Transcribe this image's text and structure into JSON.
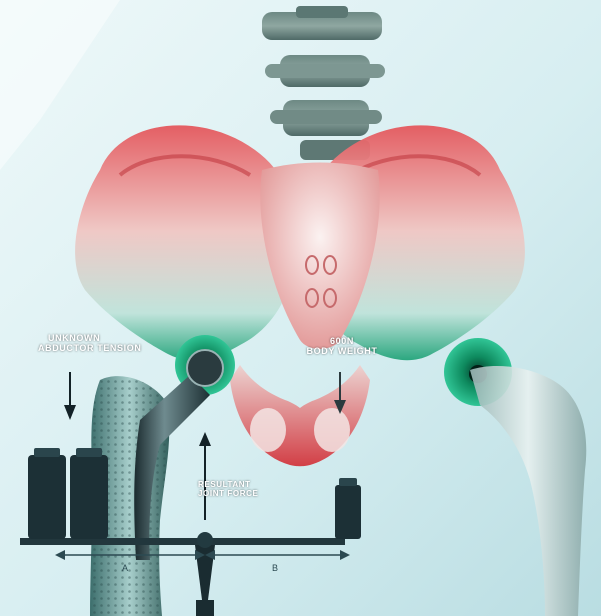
{
  "labels": {
    "abductor_line1": "UNKNOWN",
    "abductor_line2": "ABDUCTOR TENSION",
    "body_weight_line1": "600N",
    "body_weight_line2": "BODY WEIGHT",
    "resultant_line1": "RESULTANT",
    "resultant_line2": "JOINT FORCE",
    "lever_a": "A",
    "lever_b": "B"
  },
  "colors": {
    "background": "#dff1f3",
    "pelvis_red": "#d6454c",
    "joint_green": "#1aa775",
    "spine_gray": "#6f8a86",
    "weights_dark": "#1c3036",
    "bone_light": "#f4ecea"
  }
}
